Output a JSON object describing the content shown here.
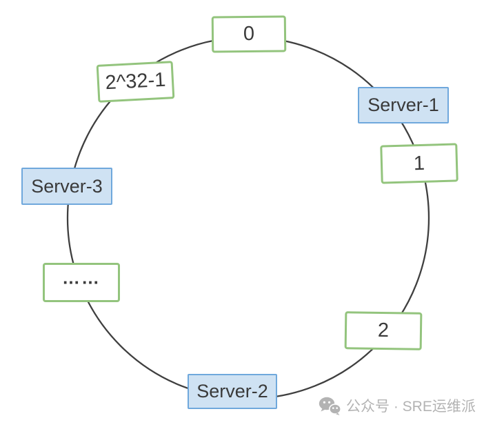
{
  "diagram": {
    "type": "consistent-hashing-ring",
    "ring": {
      "shape": "circle",
      "stroke_color": "#3f3f3f"
    },
    "hash_nodes": [
      {
        "label": "0",
        "position": "top"
      },
      {
        "label": "1",
        "position": "right-upper"
      },
      {
        "label": "2",
        "position": "right-lower"
      },
      {
        "label": "……",
        "position": "left-lower"
      },
      {
        "label": "2^32-1",
        "position": "left-upper"
      }
    ],
    "servers": [
      {
        "label": "Server-1",
        "position": "upper-right"
      },
      {
        "label": "Server-2",
        "position": "bottom"
      },
      {
        "label": "Server-3",
        "position": "left"
      }
    ],
    "colors": {
      "hash_node_border": "#93c47d",
      "hash_node_fill": "#ffffff",
      "server_fill": "#cfe2f3",
      "server_border": "#6fa8dc",
      "ring_stroke": "#3f3f3f",
      "label_text": "#3a3a3a",
      "watermark_gray": "#b3b3b3"
    }
  },
  "watermark": {
    "icon": "wechat-icon",
    "text": "公众号 · SRE运维派"
  }
}
